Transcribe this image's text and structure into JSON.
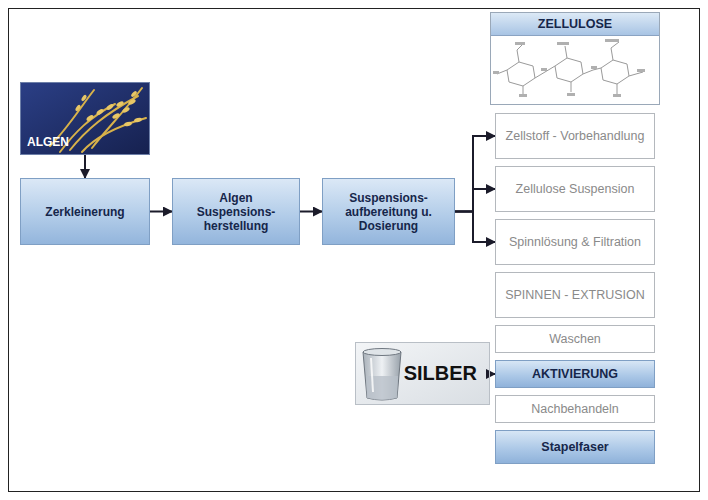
{
  "diagram": {
    "nodes": [
      {
        "text": [
          "ZELLULOSE"
        ]
      },
      {
        "text": [
          "ALGEN"
        ]
      },
      {
        "text": [
          "Zerkleinerung"
        ]
      },
      {
        "text": [
          "Algen Suspensions- herstellung"
        ]
      },
      {
        "text": [
          "Suspensions- aufbereitung u. Dosierung"
        ]
      },
      {
        "text": [
          "Zellstoff - Vorbehandlung"
        ]
      },
      {
        "text": [
          "Zellulose Suspension"
        ]
      },
      {
        "text": [
          "Spinnlösung & Filtration"
        ]
      },
      {
        "text": [
          "SPINNEN - EXTRUSION"
        ]
      },
      {
        "text": [
          "Waschen"
        ]
      },
      {
        "text": [
          "SILBER"
        ]
      },
      {
        "text": [
          "AKTIVIERUNG"
        ]
      },
      {
        "text": [
          "Nachbehandeln"
        ]
      },
      {
        "text": [
          "Stapelfaser"
        ]
      }
    ],
    "edges": [
      {
        "from": 1,
        "to": 2,
        "arrow": "to"
      },
      {
        "from": 2,
        "to": 3,
        "arrow": "to"
      },
      {
        "from": 3,
        "to": 4,
        "arrow": "to"
      },
      {
        "from": 4,
        "to": 5,
        "arrow": "to"
      },
      {
        "from": 4,
        "to": 6,
        "arrow": "to"
      },
      {
        "from": 4,
        "to": 7,
        "arrow": "to"
      },
      {
        "from": 10,
        "to": 11,
        "arrow": "to"
      }
    ]
  }
}
